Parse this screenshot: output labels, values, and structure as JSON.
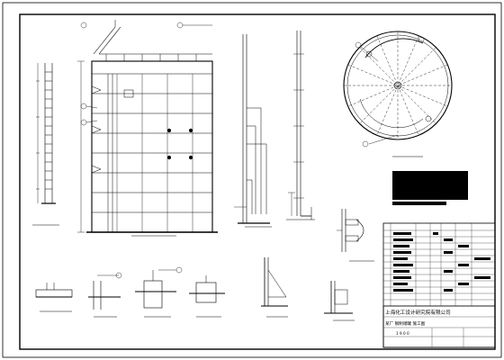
{
  "drawing": {
    "title_block": {
      "institute": "上海化工设计研究院有限公司",
      "project": "某厂 钢制储罐 施工图",
      "drawing_no": "1 9 0 0"
    }
  },
  "colors": {
    "line": "#000000",
    "fill": "#000000",
    "paper": "#ffffff"
  }
}
